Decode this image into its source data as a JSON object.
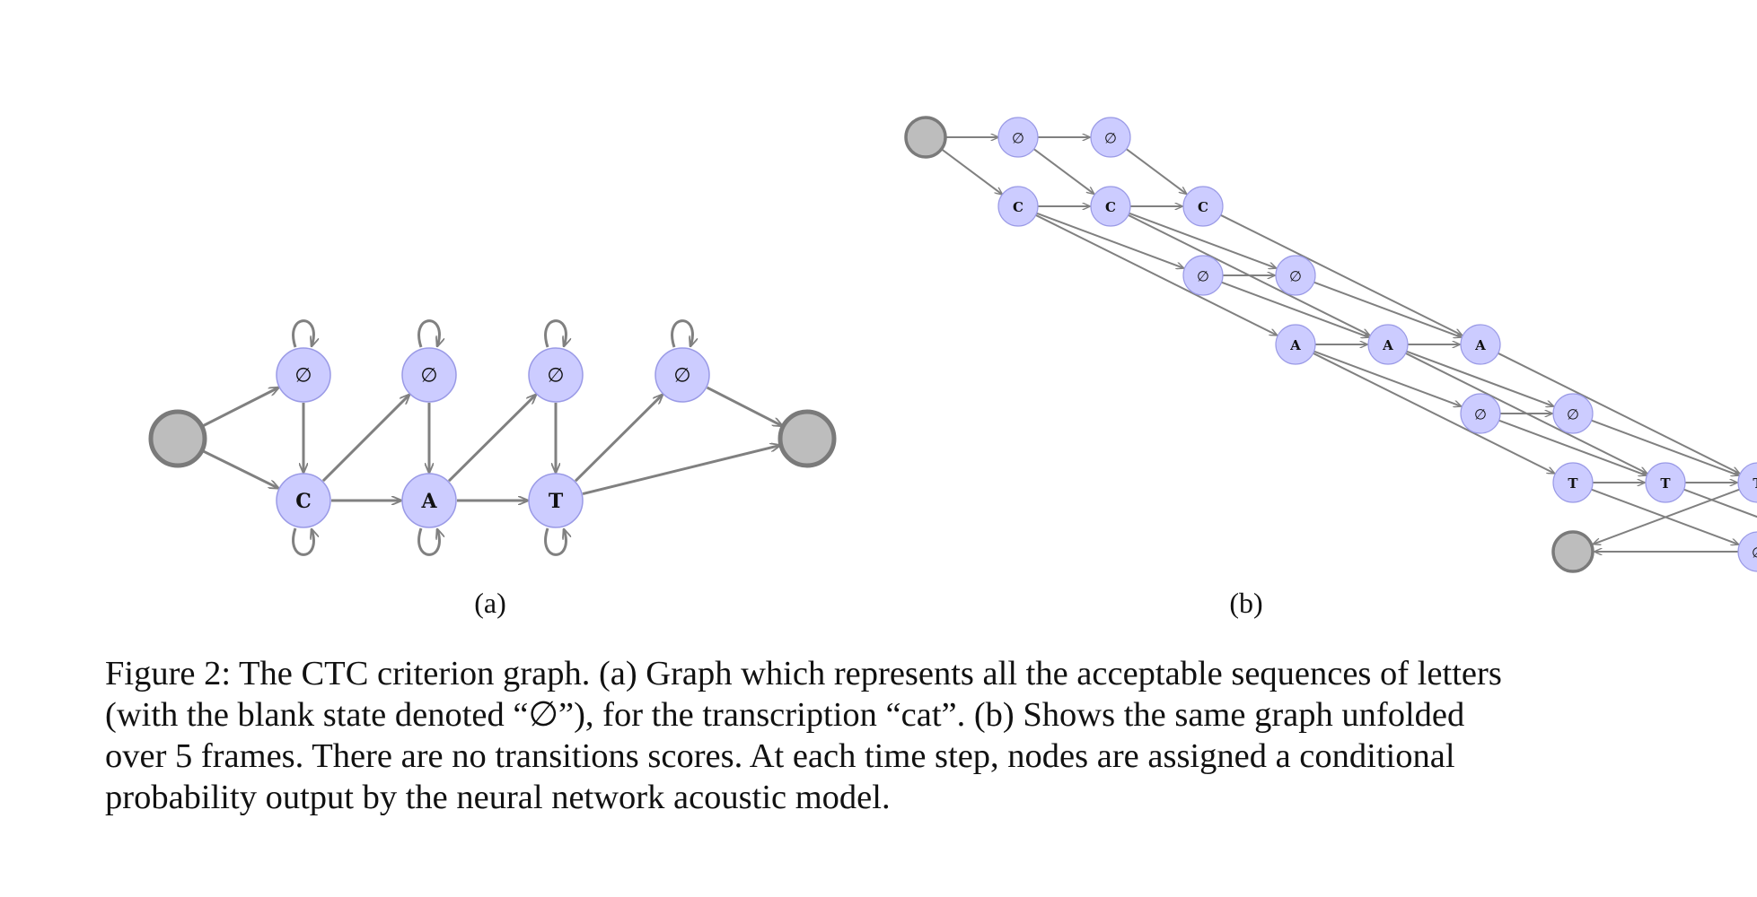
{
  "diagram_a": {
    "subcaption": "(a)",
    "nodes": [
      {
        "id": "start",
        "label": "",
        "kind": "terminal"
      },
      {
        "id": "b1",
        "label": "∅",
        "kind": "blank"
      },
      {
        "id": "b2",
        "label": "∅",
        "kind": "blank"
      },
      {
        "id": "b3",
        "label": "∅",
        "kind": "blank"
      },
      {
        "id": "b4",
        "label": "∅",
        "kind": "blank"
      },
      {
        "id": "C",
        "label": "C",
        "kind": "letter"
      },
      {
        "id": "A",
        "label": "A",
        "kind": "letter"
      },
      {
        "id": "T",
        "label": "T",
        "kind": "letter"
      },
      {
        "id": "end",
        "label": "",
        "kind": "terminal"
      }
    ],
    "edges": [
      [
        "start",
        "b1"
      ],
      [
        "start",
        "C"
      ],
      [
        "b1",
        "C"
      ],
      [
        "C",
        "b2"
      ],
      [
        "C",
        "A"
      ],
      [
        "b2",
        "A"
      ],
      [
        "A",
        "b3"
      ],
      [
        "A",
        "T"
      ],
      [
        "b3",
        "T"
      ],
      [
        "T",
        "b4"
      ],
      [
        "T",
        "end"
      ],
      [
        "b4",
        "end"
      ]
    ],
    "self_loops": [
      "b1",
      "b2",
      "b3",
      "b4",
      "C",
      "A",
      "T"
    ]
  },
  "diagram_b": {
    "subcaption": "(b)",
    "rows": [
      "∅",
      "C",
      "∅",
      "A",
      "∅",
      "T",
      "∅"
    ],
    "frames": 5
  },
  "caption": {
    "lines": [
      "Figure 2:  The CTC criterion graph. (a) Graph which represents all the acceptable sequences of letters",
      "(with the blank state denoted “∅”), for the transcription “cat”. (b) Shows the same graph unfolded",
      "over 5 frames. There are no transitions scores. At each time step, nodes are assigned a conditional",
      "probability output by the neural network acoustic model."
    ]
  },
  "colors": {
    "state_fill": "#ccccff",
    "state_stroke": "#9a9ae6",
    "terminal_fill": "#bdbdbd",
    "terminal_stroke": "#7a7a7a",
    "edge": "#808080"
  }
}
